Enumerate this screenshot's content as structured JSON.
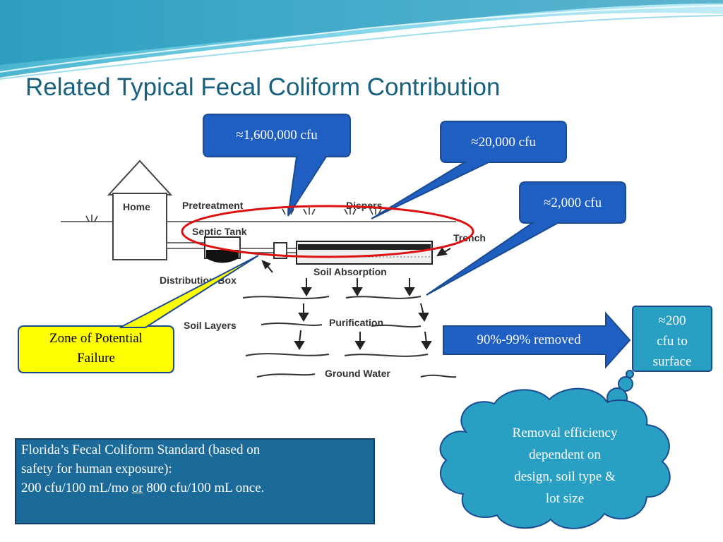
{
  "slide": {
    "title": "Related Typical Fecal Coliform Contribution"
  },
  "diagram": {
    "labels": {
      "home": "Home",
      "pretreatment": "Pretreatment",
      "dispersal": "Dispers",
      "septic_tank": "Septic Tank",
      "trench": "Trench",
      "soil_absorption": "Soil Absorption",
      "distribution_box": "Distribution Box",
      "soil_layers": "Soil Layers",
      "purification": "Purification",
      "ground_water": "Ground Water"
    }
  },
  "callouts": {
    "pretreatment_cfu": "≈1,600,000 cfu",
    "dispersal_cfu": "≈20,000 cfu",
    "soil_cfu": "≈2,000 cfu",
    "removed": "90%-99% removed",
    "surface": [
      "≈200",
      "cfu to",
      "surface"
    ],
    "failure_zone": [
      "Zone of Potential",
      "Failure"
    ]
  },
  "cloud": {
    "lines": [
      "Removal efficiency",
      "dependent on",
      "design, soil type &",
      "lot size"
    ]
  },
  "standard_box": {
    "line1": "Florida’s Fecal Coliform Standard (based on",
    "line2": "safety for human exposure):",
    "line3_pre": "200 cfu/100 mL/mo ",
    "line3_or": "or",
    "line3_post": " 800 cfu/100 mL once."
  },
  "colors": {
    "title": "#17607e",
    "callout_blue": "#1f5fc2",
    "yellow_callout": "#ffff00",
    "teal_box": "#2a9fc4",
    "standard_box": "#1b6a99",
    "red_ellipse": "#dd1111"
  }
}
